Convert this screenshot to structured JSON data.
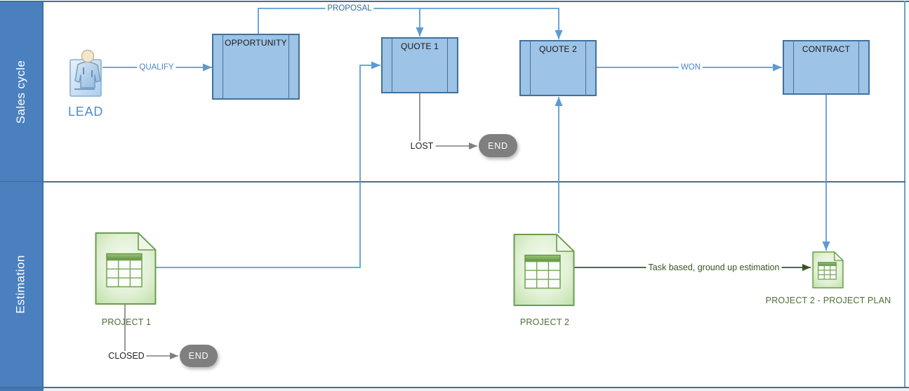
{
  "lanes": [
    {
      "label": "Sales cycle"
    },
    {
      "label": "Estimation"
    }
  ],
  "nodes": {
    "lead": {
      "label": "LEAD"
    },
    "opportunity": {
      "label": "OPPORTUNITY"
    },
    "quote1": {
      "label": "QUOTE 1"
    },
    "quote2": {
      "label": "QUOTE 2"
    },
    "contract": {
      "label": "CONTRACT"
    },
    "end_sales": {
      "label": "END"
    },
    "project1": {
      "label": "PROJECT 1"
    },
    "end_estimation": {
      "label": "END"
    },
    "project2": {
      "label": "PROJECT 2"
    },
    "project_plan": {
      "label": "PROJECT 2 - PROJECT PLAN"
    }
  },
  "edges": {
    "qualify": {
      "label": "QUALIFY"
    },
    "proposal": {
      "label": "PROPOSAL"
    },
    "won": {
      "label": "WON"
    },
    "lost": {
      "label": "LOST"
    },
    "closed": {
      "label": "CLOSED"
    },
    "task_estimation": {
      "label": "Task based, ground up estimation"
    }
  },
  "icons": {
    "lead": "person-icon",
    "project1": "spreadsheet-document-icon",
    "project2": "spreadsheet-document-icon",
    "project_plan": "spreadsheet-document-icon"
  },
  "colors": {
    "lane_fill": "#4A80BE",
    "lane_border": "#41719C",
    "box_fill": "#9DC3E6",
    "box_border": "#41719C",
    "connector_blue": "#5B9BD5",
    "connector_gray": "#7F7F7F",
    "connector_green": "#375623",
    "end_pill_fill": "#7F7F7F",
    "doc_border": "#6B9C4F",
    "label_blue": "#4A86C6",
    "label_dark_blue": "#2E6DA4",
    "label_green": "#4D6E35",
    "label_dark": "#1F1F1F"
  }
}
